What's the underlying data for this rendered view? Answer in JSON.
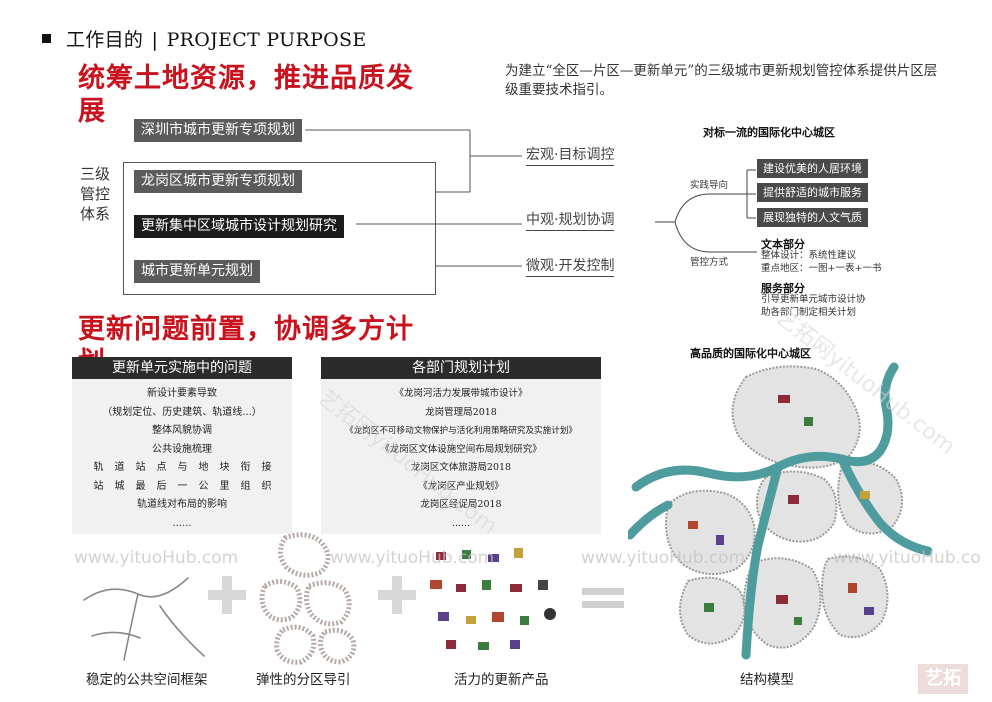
{
  "header": {
    "title_cn": "工作目的",
    "separator": "|",
    "title_en": "PROJECT PURPOSE"
  },
  "section1": {
    "heading": "统筹土地资源，推进品质发展",
    "heading_line1": "统筹土地资源，推进品质发",
    "heading_line2": "展",
    "description": "为建立“全区—片区—更新单元”的三级城市更新规划管控体系提供片区层级重要技术指引。",
    "tier_label": "三级管控体系",
    "tier_label_lines": [
      "三级",
      "管控",
      "体系"
    ],
    "plans": [
      "深圳市城市更新专项规划",
      "龙岗区城市更新专项规划",
      "更新集中区域城市设计规划研究",
      "城市更新单元规划"
    ],
    "controls": [
      "宏观·目标调控",
      "中观·规划协调",
      "微观·开发控制"
    ]
  },
  "right_diagram": {
    "title": "对标一流的国际化中心城区",
    "branch_top": "实践导向",
    "branch_bottom": "管控方式",
    "practice_items": [
      "建设优美的人居环境",
      "提供舒适的城市服务",
      "展现独特的人文气质"
    ],
    "text_part": {
      "heading": "文本部分",
      "lines": [
        "整体设计：系统性建议",
        "重点地区：一图+一表+一书"
      ]
    },
    "service_part": {
      "heading": "服务部分",
      "lines": [
        "引导更新单元城市设计协",
        "助各部门制定相关计划"
      ]
    }
  },
  "section2": {
    "heading_line1": "更新问题前置，协调多方计",
    "heading_line2": "划",
    "issues_panel": {
      "title": "更新单元实施中的问题",
      "items": [
        "新设计要素导致",
        "（规划定位、历史建筑、轨道线...）",
        "整体风貌协调",
        "公共设施梳理",
        "轨道站点与地块衔接",
        "站城最后一公里组织",
        "轨道线对布局的影响",
        "......"
      ]
    },
    "plans_panel": {
      "title": "各部门规划计划",
      "items": [
        "《龙岗河活力发展带城市设计》",
        "龙岗管理局2018",
        "《龙岗区不可移动文物保护与活化利用策略研究及实施计划》",
        "《龙岗区文体设施空间布局规划研究》",
        "龙岗区文体旅游局2018",
        "《龙岗区产业规划》",
        "龙岗区经促局2018",
        "......"
      ]
    }
  },
  "map_title": "高品质的国际化中心城区",
  "watermarks": [
    "www.yituoHub.com",
    "www.yituoHub.com",
    "www.yituoHub.com",
    "www.yituoHub.co"
  ],
  "watermark_diag": "艺拓网yituoHub.com",
  "captions": [
    "稳定的公共空间框架",
    "弹性的分区导引",
    "活力的更新产品",
    "结构模型"
  ],
  "logo_text": "艺拓",
  "colors": {
    "accent_red": "#c8121d",
    "river": "#4e9c9e",
    "dark_bar": "#1c1c1c",
    "gray_bar": "#5b5b5b"
  }
}
